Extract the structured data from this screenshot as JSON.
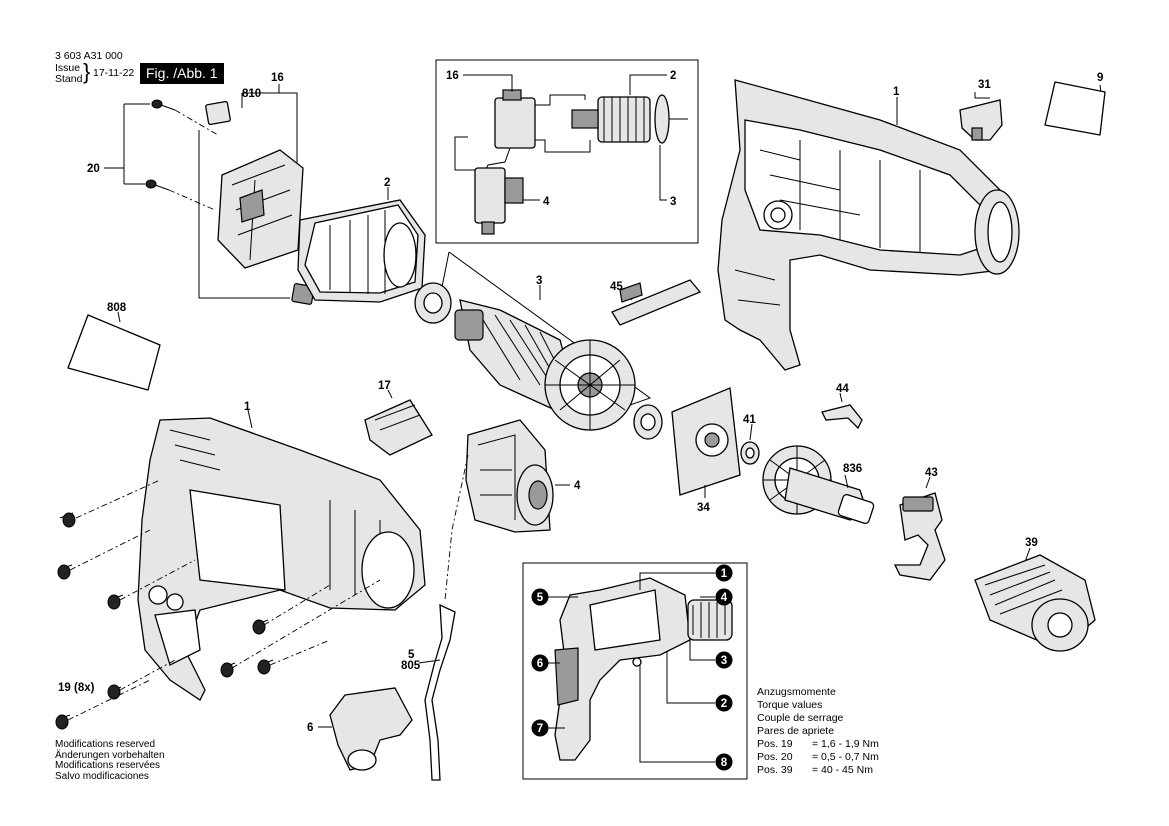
{
  "header": {
    "doc_number": "3 603 A31 000",
    "issue_label": "Issue",
    "stand_label": "Stand",
    "date": "17-11-22",
    "fig_label": "Fig. /Abb. 1"
  },
  "callouts": {
    "p16a": "16",
    "p810": "810",
    "p20": "20",
    "p2a": "2",
    "p808": "808",
    "p1a": "1",
    "p19": "19 (8x)",
    "p17": "17",
    "p3a": "3",
    "p4a": "4",
    "p45": "45",
    "p5": "5",
    "p805": "805",
    "p6": "6",
    "p1b": "1",
    "p31": "31",
    "p9": "9",
    "p44": "44",
    "p41": "41",
    "p836": "836",
    "p34": "34",
    "p43": "43",
    "p39": "39",
    "inset_16": "16",
    "inset_2": "2",
    "inset_3": "3",
    "inset_4": "4"
  },
  "legend_badges": [
    "1",
    "2",
    "3",
    "4",
    "5",
    "6",
    "7",
    "8"
  ],
  "notes": [
    "Modifications reserved",
    "Änderungen vorbehalten",
    "Modifications reservées",
    "Salvo modificaciones"
  ],
  "torque": {
    "titles": [
      "Anzugsmomente",
      "Torque values",
      "Couple de serrage",
      "Pares de apriete"
    ],
    "rows": [
      {
        "pos": "Pos. 19",
        "value": "= 1,6 - 1,9 Nm"
      },
      {
        "pos": "Pos. 20",
        "value": "= 0,5 - 0,7 Nm"
      },
      {
        "pos": "Pos. 39",
        "value": "= 40 - 45 Nm"
      }
    ]
  }
}
